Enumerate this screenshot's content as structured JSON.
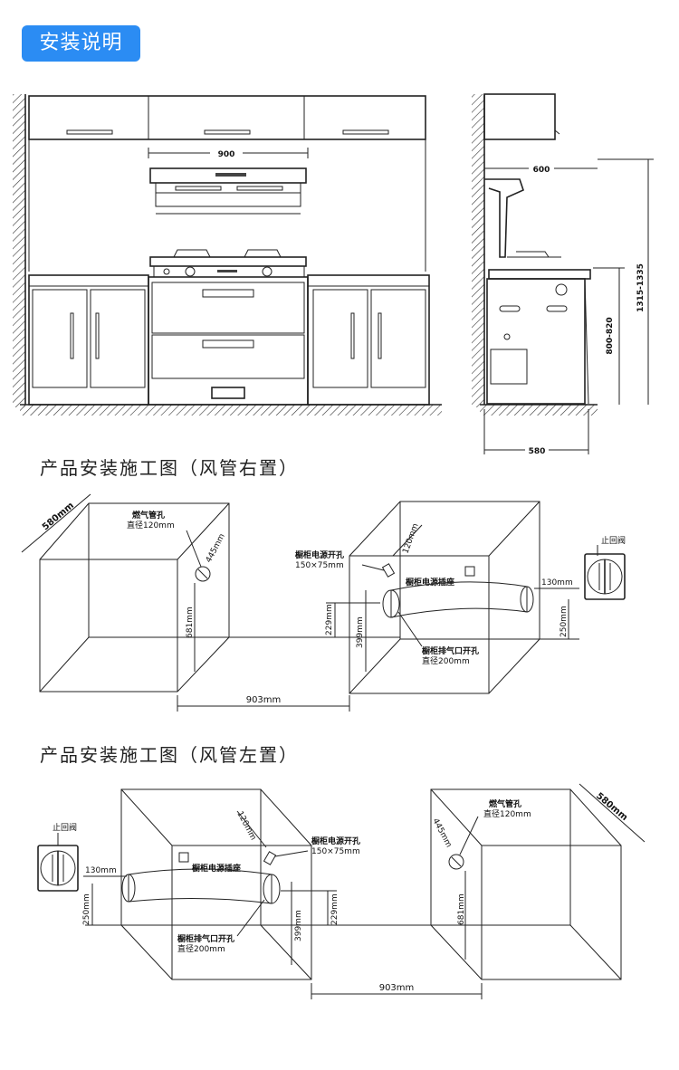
{
  "header": {
    "title": "安装说明",
    "accent_color": "#2b8cf3"
  },
  "elevation": {
    "front_width": "900",
    "side_depth_top": "600",
    "side_depth_bottom": "580",
    "counter_height": "800-820",
    "hood_height": "1315-1335"
  },
  "diagram_right": {
    "caption": "产品安装施工图（风管右置）",
    "cabinet_depth": "580mm",
    "gas_hole_title": "燃气管孔",
    "gas_hole_diameter": "直径120mm",
    "gas_hole_offset": "445mm",
    "gas_hole_height": "681mm",
    "power_hole_title": "橱柜电源开孔",
    "power_hole_size": "150×75mm",
    "power_offset": "120mm",
    "socket_label": "橱柜电源插座",
    "duct_diameter": "130mm",
    "valve_label": "止回阀",
    "valve_height": "250mm",
    "exhaust_title": "橱柜排气口开孔",
    "exhaust_diameter": "直径200mm",
    "height_229": "229mm",
    "height_399": "399mm",
    "gap_width": "903mm"
  },
  "diagram_left": {
    "caption": "产品安装施工图（风管左置）",
    "valve_label": "止回阀",
    "duct_diameter": "130mm",
    "valve_height": "250mm",
    "power_offset": "120mm",
    "power_hole_title": "橱柜电源开孔",
    "power_hole_size": "150×75mm",
    "socket_label": "橱柜电源插座",
    "exhaust_title": "橱柜排气口开孔",
    "exhaust_diameter": "直径200mm",
    "height_399": "399mm",
    "height_229": "229mm",
    "gas_hole_title": "燃气管孔",
    "gas_hole_diameter": "直径120mm",
    "gas_hole_offset": "445mm",
    "gas_hole_height": "681mm",
    "cabinet_depth": "580mm",
    "gap_width": "903mm"
  }
}
